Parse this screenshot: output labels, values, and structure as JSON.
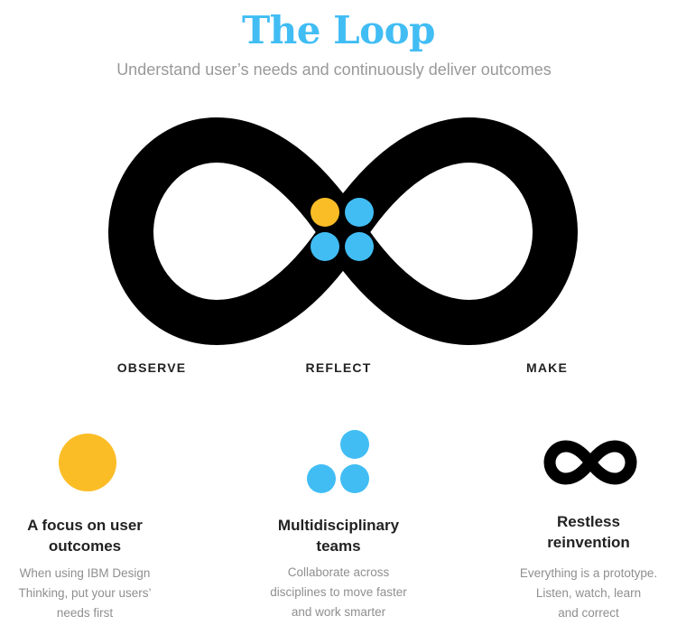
{
  "header": {
    "title": "The Loop",
    "subtitle": "Understand user’s needs and continuously deliver outcomes"
  },
  "colors": {
    "accent_blue": "#41bdf4",
    "accent_yellow": "#fbbd26",
    "loop_black": "#000000",
    "subtitle_gray": "#999999",
    "heading_dark": "#222222",
    "body_gray": "#8f8f8f"
  },
  "loop": {
    "stages": [
      {
        "label": "OBSERVE"
      },
      {
        "label": "REFLECT"
      },
      {
        "label": "MAKE"
      }
    ],
    "center_dots": [
      {
        "color_role": "accent_yellow"
      },
      {
        "color_role": "accent_blue"
      },
      {
        "color_role": "accent_blue"
      },
      {
        "color_role": "accent_blue"
      }
    ]
  },
  "features": [
    {
      "icon": "yellow-circle-icon",
      "heading_line1": "A focus on user",
      "heading_line2": "outcomes",
      "body_lines": [
        "When using IBM Design",
        "Thinking, put your users’",
        "needs first"
      ]
    },
    {
      "icon": "three-blue-dots-icon",
      "heading_line1": "Multidisciplinary",
      "heading_line2": "teams",
      "body_lines": [
        "Collaborate across",
        "disciplines to move faster",
        "and work smarter"
      ]
    },
    {
      "icon": "infinity-icon",
      "heading_line1": "Restless",
      "heading_line2": "reinvention",
      "body_lines": [
        "Everything is a prototype.",
        "Listen, watch, learn",
        "and correct"
      ]
    }
  ]
}
